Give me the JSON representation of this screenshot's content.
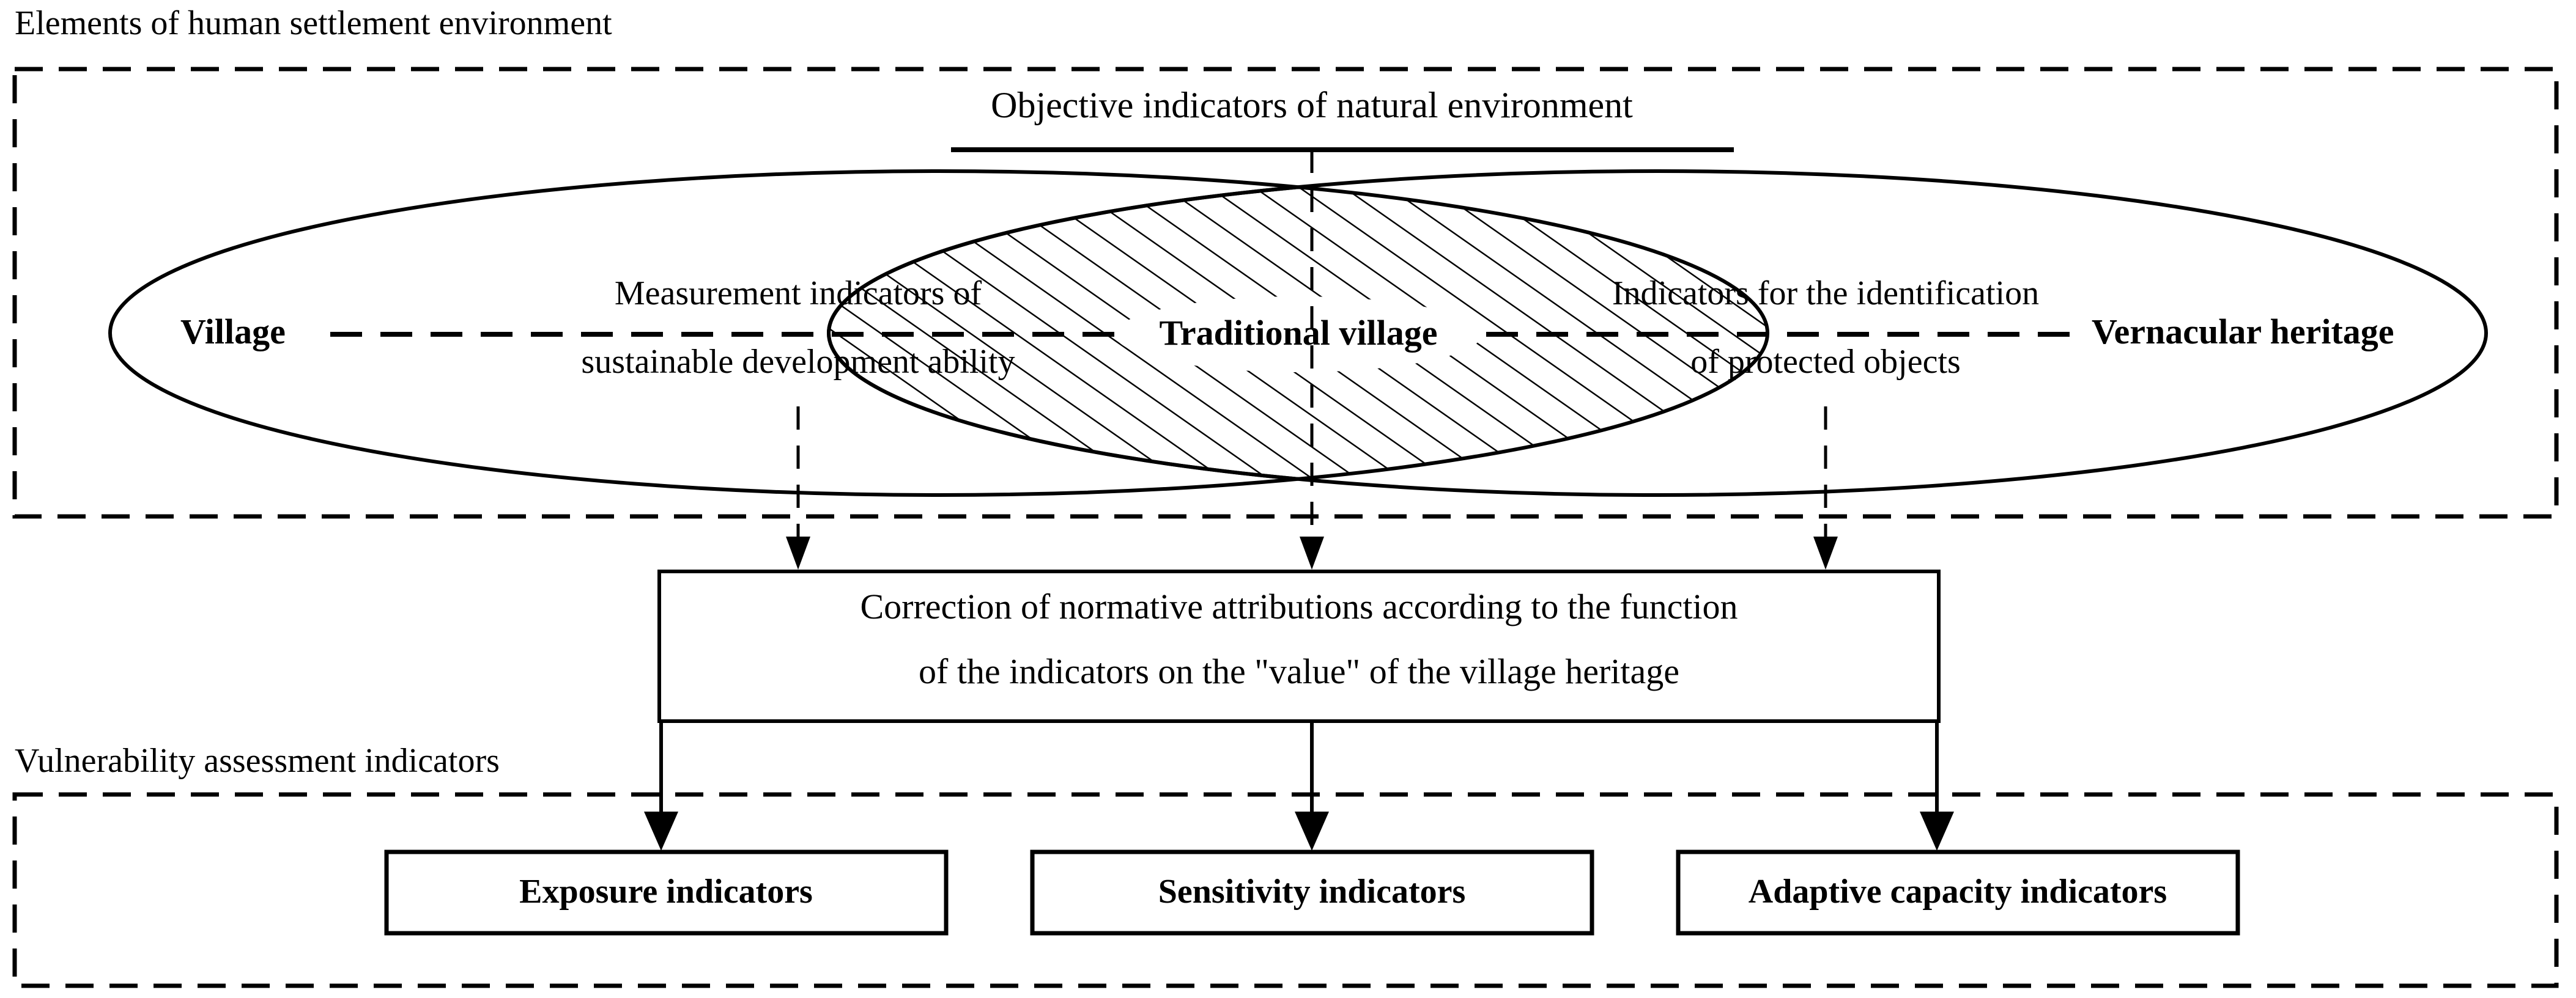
{
  "figure": {
    "type": "concept-diagram",
    "background": "#ffffff",
    "stroke_color": "#000000"
  },
  "regions": {
    "top": {
      "label": "Elements of human settlement environment",
      "border_style": "dashed"
    },
    "bottom": {
      "label": "Vulnerability assessment indicators",
      "border_style": "dashed"
    }
  },
  "venn": {
    "left_set_label": "Village",
    "right_set_label": "Vernacular heritage",
    "intersection_label": "Traditional village",
    "intersection_fill": "diagonal-hatch",
    "top_connector_label": "Objective indicators of natural environment",
    "left_edge_label_line1": "Measurement indicators of",
    "left_edge_label_line2": "sustainable development ability",
    "right_edge_label_line1": "Indicators for the identification",
    "right_edge_label_line2": "of protected objects"
  },
  "correction_box": {
    "line1": "Correction of normative attributions according to the function",
    "line2": "of the indicators on the \"value\" of the village heritage"
  },
  "indicator_boxes": [
    {
      "label": "Exposure indicators"
    },
    {
      "label": "Sensitivity indicators"
    },
    {
      "label": "Adaptive capacity indicators"
    }
  ],
  "colors": {
    "line": "#000000",
    "text": "#000000",
    "canvas": "#ffffff"
  }
}
